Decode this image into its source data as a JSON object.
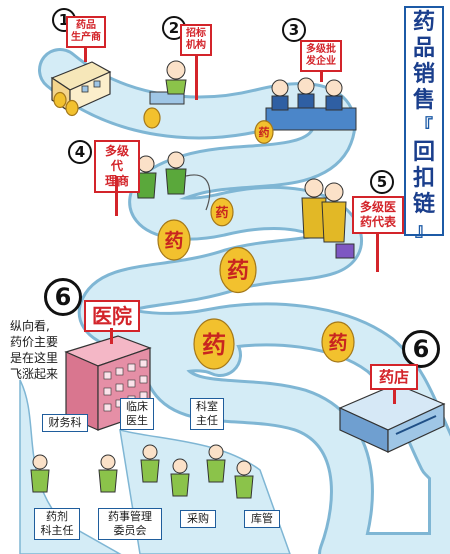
{
  "title": {
    "chars": [
      "药",
      "品",
      "销",
      "售",
      "『",
      "回",
      "扣",
      "链",
      "』"
    ]
  },
  "stages": [
    {
      "number": "1",
      "lines": [
        "药品",
        "生产商"
      ]
    },
    {
      "number": "2",
      "lines": [
        "招标",
        "机构"
      ]
    },
    {
      "number": "3",
      "lines": [
        "多级批",
        "发企业"
      ]
    },
    {
      "number": "4",
      "lines": [
        "多级代",
        "理商"
      ]
    },
    {
      "number": "5",
      "lines": [
        "多级医",
        "药代表"
      ]
    },
    {
      "number": "6",
      "lines": [
        "医院"
      ]
    },
    {
      "number": "6",
      "lines": [
        "药店"
      ]
    }
  ],
  "note": [
    "纵向看,",
    "药价主要",
    "是在这里",
    "飞涨起来"
  ],
  "hospital_roles": [
    {
      "lines": [
        "财务科"
      ]
    },
    {
      "lines": [
        "临床",
        "医生"
      ]
    },
    {
      "lines": [
        "科室",
        "主任"
      ]
    },
    {
      "lines": [
        "药剂",
        "科主任"
      ]
    },
    {
      "lines": [
        "药事管理",
        "委员会"
      ]
    },
    {
      "lines": [
        "采购"
      ]
    },
    {
      "lines": [
        "库管"
      ]
    }
  ],
  "coin_char": "药",
  "colors": {
    "road": "#d4ecf6",
    "road_edge": "#7fb6d4",
    "sign_red": "#d3242a",
    "title_blue": "#1a3e8c",
    "coin_gold": "#f2c12e",
    "building_pink": "#e58fa6",
    "building_blue": "#9fc6e6"
  }
}
